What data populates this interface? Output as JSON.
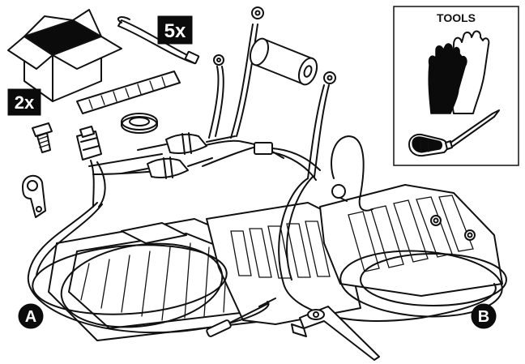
{
  "badges": {
    "five_x": "5x",
    "two_x": "2x"
  },
  "tools_box": {
    "title": "TOOLS"
  },
  "callouts": {
    "a": "A",
    "b": "B"
  },
  "colors": {
    "ink": "#111111",
    "paper": "#ffffff"
  }
}
